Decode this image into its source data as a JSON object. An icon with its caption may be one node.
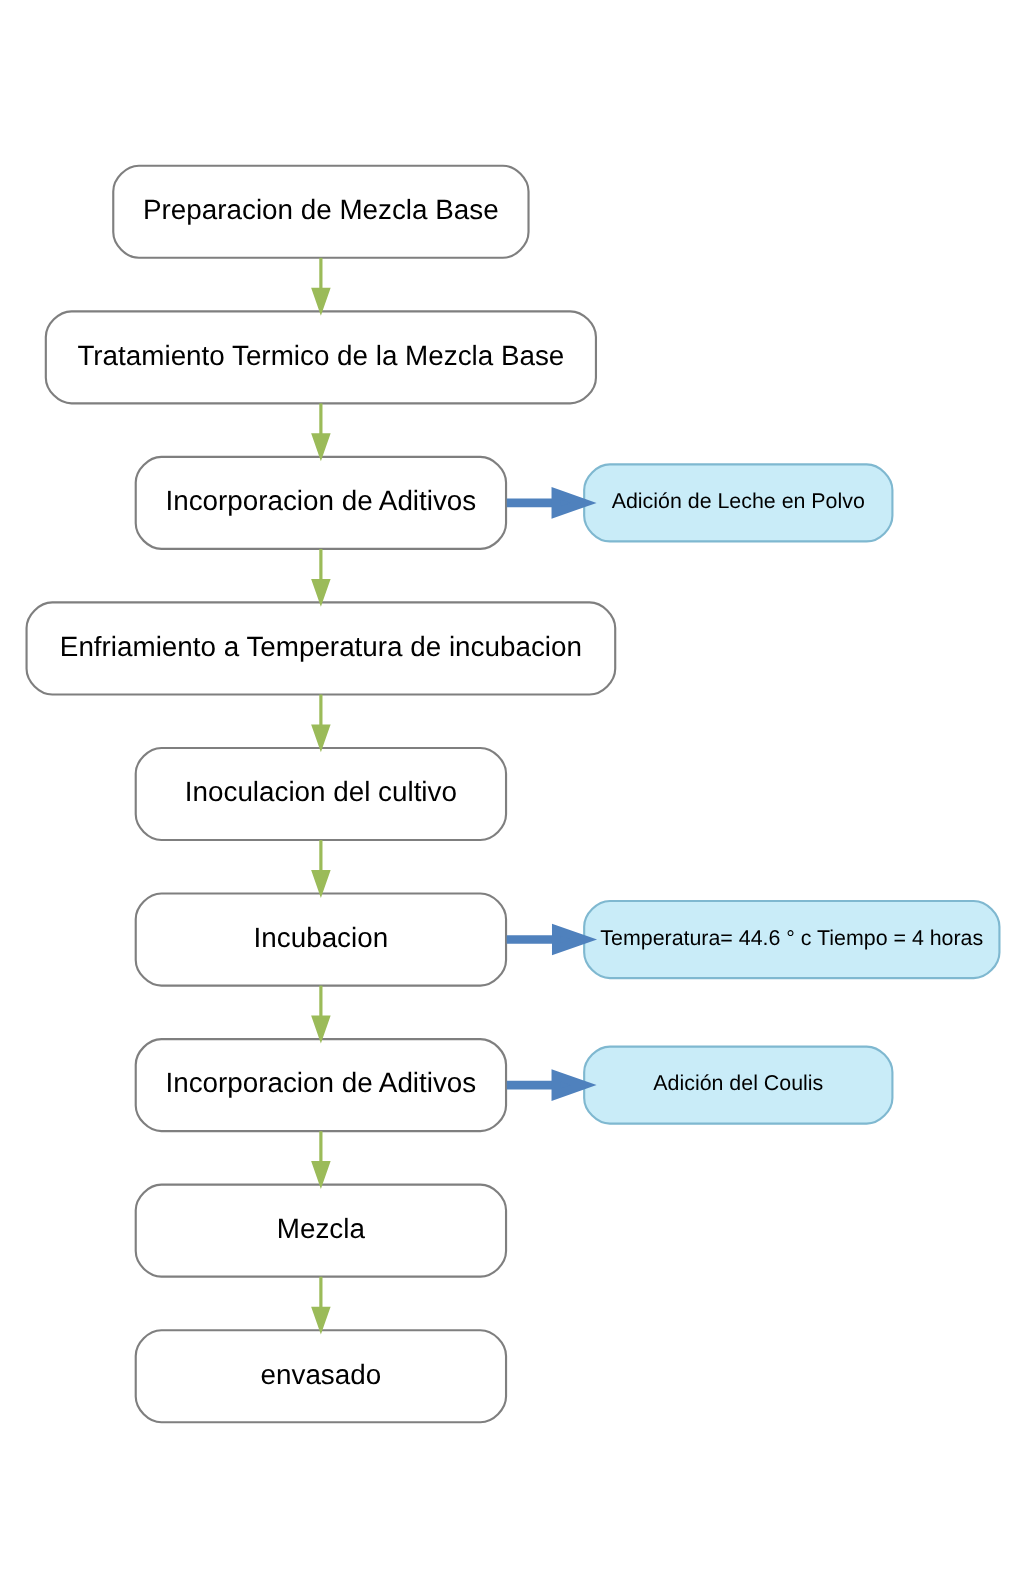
{
  "diagram": {
    "nodes": [
      {
        "text": [
          "Preparacion de Mezcla Base"
        ]
      },
      {
        "text": [
          "Tratamiento Termico de la Mezcla Base"
        ]
      },
      {
        "text": [
          "Incorporacion de Aditivos"
        ]
      },
      {
        "text": [
          "Enfriamiento a Temperatura de incubacion"
        ]
      },
      {
        "text": [
          "Inoculacion del cultivo"
        ]
      },
      {
        "text": [
          "Incubacion"
        ]
      },
      {
        "text": [
          "Incorporacion de Aditivos"
        ]
      },
      {
        "text": [
          "Mezcla"
        ]
      },
      {
        "text": [
          "envasado"
        ]
      },
      {
        "text": [
          "Adición de Leche en Polvo"
        ]
      },
      {
        "text": [
          "Temperatura= 44.6 ° c Tiempo = 4 horas"
        ]
      },
      {
        "text": [
          "Adición del Coulis"
        ]
      }
    ],
    "edges": [
      {
        "from": 0,
        "to": 1,
        "arrow": "to"
      },
      {
        "from": 1,
        "to": 2,
        "arrow": "to"
      },
      {
        "from": 2,
        "to": 9,
        "arrow": "to",
        "style": "thick",
        "color": "#4f81bd"
      },
      {
        "from": 2,
        "to": 3,
        "arrow": "to"
      },
      {
        "from": 3,
        "to": 4,
        "arrow": "to"
      },
      {
        "from": 4,
        "to": 5,
        "arrow": "to"
      },
      {
        "from": 5,
        "to": 10,
        "arrow": "to",
        "style": "thick",
        "color": "#4f81bd"
      },
      {
        "from": 5,
        "to": 6,
        "arrow": "to"
      },
      {
        "from": 6,
        "to": 11,
        "arrow": "to",
        "style": "thick",
        "color": "#4f81bd"
      },
      {
        "from": 6,
        "to": 7,
        "arrow": "to"
      },
      {
        "from": 7,
        "to": 8,
        "arrow": "to"
      }
    ]
  }
}
